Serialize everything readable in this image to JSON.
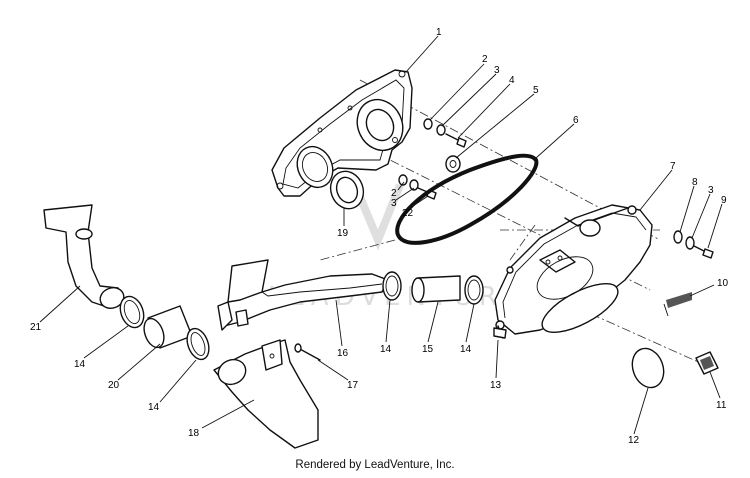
{
  "caption": "Rendered by LeadVenture, Inc.",
  "watermark_text": "LEADVENTURE",
  "callouts": [
    "1",
    "2",
    "3",
    "4",
    "5",
    "6",
    "7",
    "8",
    "3",
    "9",
    "10",
    "11",
    "12",
    "13",
    "14",
    "15",
    "14",
    "16",
    "17",
    "18",
    "14",
    "20",
    "14",
    "21",
    "19",
    "2",
    "3",
    "22"
  ],
  "colors": {
    "ink": "#111111",
    "watermark": "#d9d9d9"
  }
}
